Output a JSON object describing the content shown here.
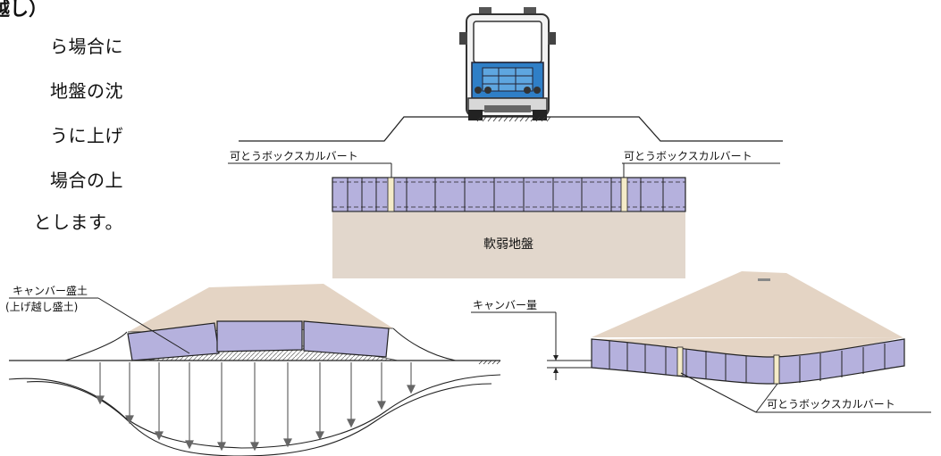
{
  "intro": {
    "heading": "越し）",
    "lines": [
      "ら場合に",
      "地盤の沈",
      "うに上げ",
      "場合の上",
      "とします。"
    ]
  },
  "top_diagram": {
    "culvert_label_left": "可とうボックスカルバート",
    "culvert_label_right": "可とうボックスカルバート",
    "soft_ground_label": "軟弱地盤"
  },
  "bottom_left": {
    "camber_fill_label_1": "キャンバー盛土",
    "camber_fill_label_2": "(上げ越し盛土)"
  },
  "bottom_right": {
    "camber_amount_label": "キャンバー量",
    "culvert_label": "可とうボックスカルバート"
  },
  "colors": {
    "box": "#b5b1dd",
    "embankment": "#e4d4c4",
    "soft_ground": "#e2d7cc",
    "joint": "#f4ebc8",
    "truck_cab": "#2f7fc7"
  }
}
